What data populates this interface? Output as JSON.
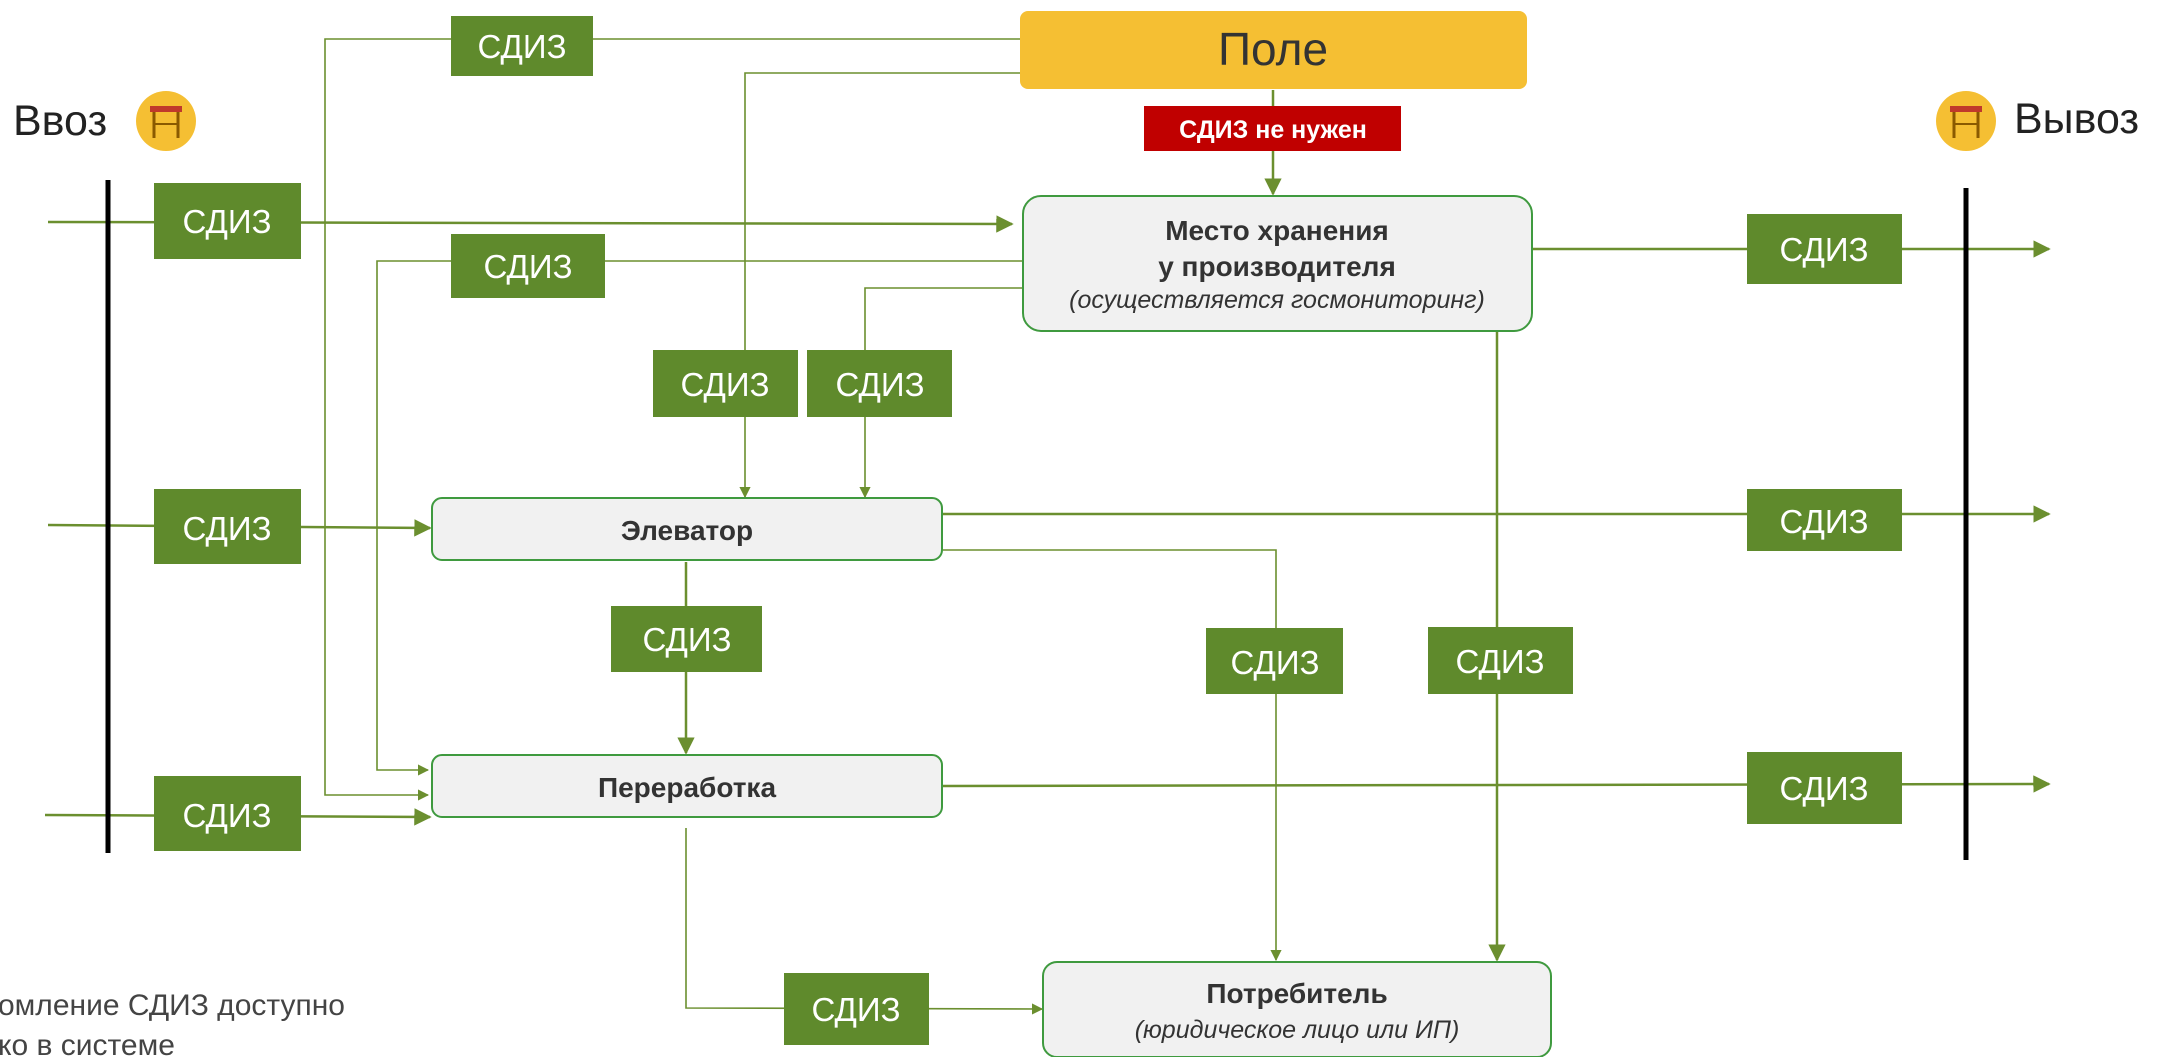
{
  "colors": {
    "field_box": "#f5bf33",
    "sdiz_box": "#5f8a2c",
    "not_needed_badge": "#c00000",
    "line": "#6b8f2f",
    "node_fill": "#f1f1f1",
    "node_border": "#3f9a3f",
    "border_line": "#000000"
  },
  "import": {
    "label": "Ввоз",
    "icon": "barrier-icon"
  },
  "export": {
    "label": "Вывоз",
    "icon": "barrier-icon"
  },
  "field": {
    "label": "Поле"
  },
  "not_needed": {
    "label": "СДИЗ не нужен"
  },
  "sdiz_label": "СДИЗ",
  "nodes": {
    "storage": {
      "title_line1": "Место хранения",
      "title_line2": "у производителя",
      "subtitle": "(осуществляется госмониторинг)"
    },
    "elevator": {
      "title": "Элеватор"
    },
    "processing": {
      "title": "Переработка"
    },
    "consumer": {
      "title": "Потребитель",
      "subtitle": "(юридическое лицо или ИП)"
    }
  },
  "footnote": {
    "line1": "омление СДИЗ доступно",
    "line2": "ко в системе"
  }
}
